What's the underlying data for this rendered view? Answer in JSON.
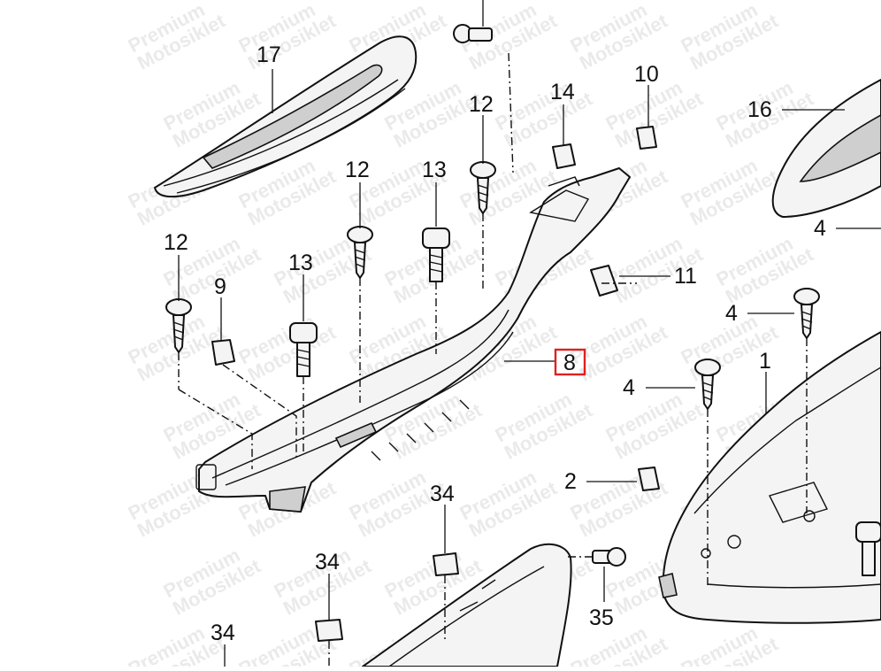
{
  "watermark": {
    "line1": "Premium",
    "line2": "Motosiklet"
  },
  "highlight_color": "#e02020",
  "callouts": [
    {
      "id": "c17",
      "label": "17"
    },
    {
      "id": "c16",
      "label": "16"
    },
    {
      "id": "c14",
      "label": "14"
    },
    {
      "id": "c10",
      "label": "10"
    },
    {
      "id": "c12a",
      "label": "12"
    },
    {
      "id": "c12b",
      "label": "12"
    },
    {
      "id": "c12c",
      "label": "12"
    },
    {
      "id": "c13a",
      "label": "13"
    },
    {
      "id": "c13b",
      "label": "13"
    },
    {
      "id": "c9",
      "label": "9"
    },
    {
      "id": "c11",
      "label": "11"
    },
    {
      "id": "c8",
      "label": "8",
      "highlighted": true
    },
    {
      "id": "c4a",
      "label": "4"
    },
    {
      "id": "c4b",
      "label": "4"
    },
    {
      "id": "c4c",
      "label": "4"
    },
    {
      "id": "c1",
      "label": "1"
    },
    {
      "id": "c2",
      "label": "2"
    },
    {
      "id": "c34a",
      "label": "34"
    },
    {
      "id": "c34b",
      "label": "34"
    },
    {
      "id": "c34c",
      "label": "34"
    },
    {
      "id": "c35",
      "label": "35"
    }
  ]
}
